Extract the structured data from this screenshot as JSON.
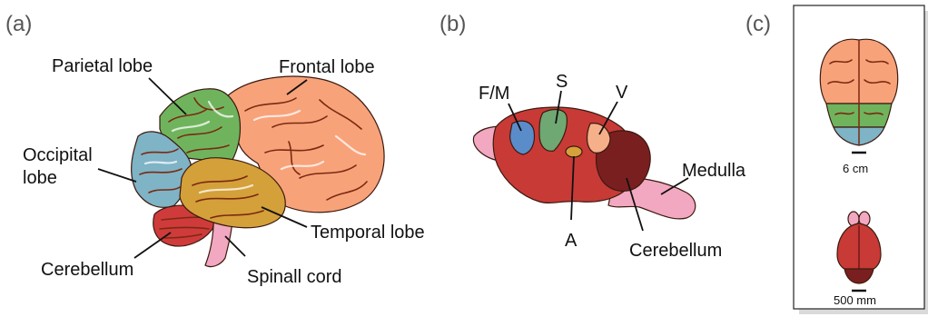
{
  "panels": {
    "a": {
      "label": "(a)",
      "labels": {
        "parietal": "Parietal lobe",
        "frontal": "Frontal lobe",
        "occipital_1": "Occipital",
        "occipital_2": "lobe",
        "temporal": "Temporal lobe",
        "cerebellum": "Cerebellum",
        "spinal": "Spinall cord"
      }
    },
    "b": {
      "label": "(b)",
      "labels": {
        "fm": "F/M",
        "s": "S",
        "v": "V",
        "a": "A",
        "medulla": "Medulla",
        "cerebellum": "Cerebellum"
      }
    },
    "c": {
      "label": "(c)",
      "scale_top": "6 cm",
      "scale_bottom": "500 mm"
    }
  },
  "colors": {
    "frontal": "#f8a27a",
    "parietal": "#6fb45d",
    "occipital": "#7fb3c6",
    "temporal": "#d4a03a",
    "cerebellum": "#cf3b3b",
    "spinal": "#f2a8c0",
    "rat_cortex": "#c83a36",
    "rat_cerebellum": "#7a1f1f",
    "rat_fm": "#5a8cc9",
    "rat_s": "#6fa872",
    "rat_v": "#f5b08a",
    "rat_a": "#d6a03a"
  }
}
